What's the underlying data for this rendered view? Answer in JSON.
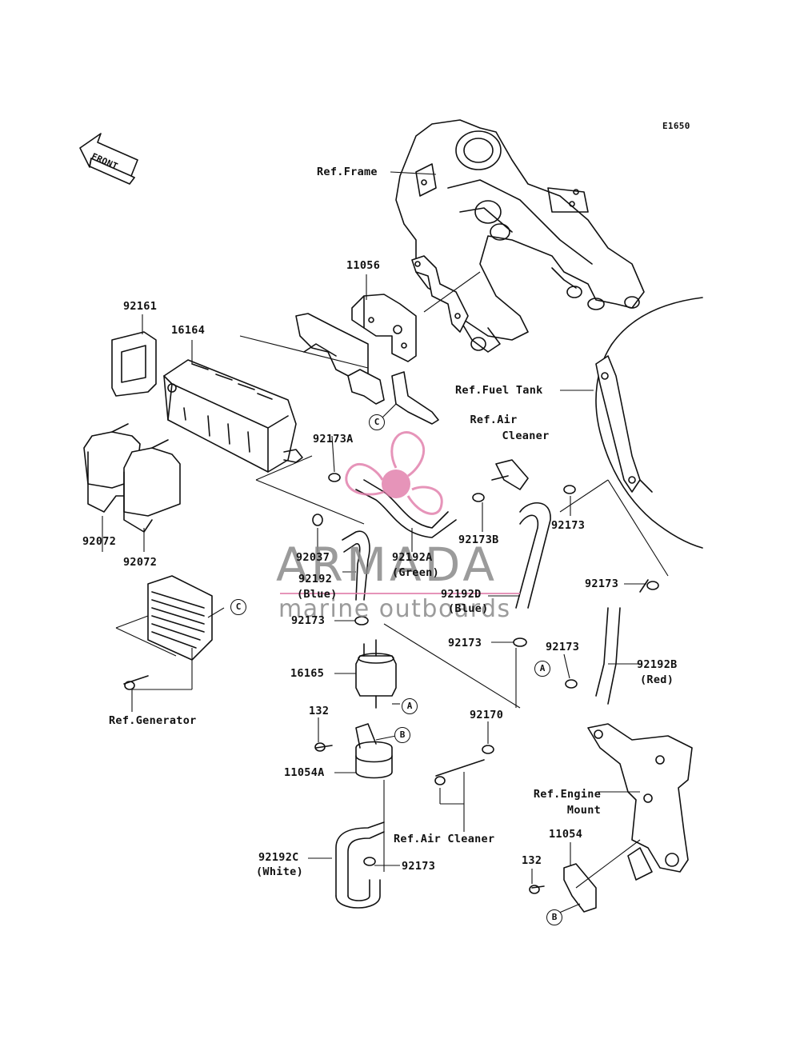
{
  "diagram_code": "E1650",
  "front_label": "FRONT",
  "watermark": {
    "brand": "ARMADA",
    "tagline": "marine outboards",
    "accent_color": "#e07aa8",
    "text_color": "#8a8a8a"
  },
  "refs": {
    "frame": "Ref.Frame",
    "fuel_tank": "Ref.Fuel Tank",
    "air_cleaner_top_1": "Ref.Air",
    "air_cleaner_top_2": "Cleaner",
    "generator": "Ref.Generator",
    "engine_mount_1": "Ref.Engine",
    "engine_mount_2": "Mount",
    "air_cleaner_bottom": "Ref.Air Cleaner"
  },
  "parts": {
    "p11056": "11056",
    "p92161": "92161",
    "p16164": "16164",
    "p92072a": "92072",
    "p92072b": "92072",
    "p92173A": "92173A",
    "p92037": "92037",
    "p92192": "92192",
    "p92192_color": "(Blue)",
    "p92192A": "92192A",
    "p92192A_color": "(Green)",
    "p92173B": "92173B",
    "p92173_a": "92173",
    "p92173_b": "92173",
    "p92173_c": "92173",
    "p92173_d": "92173",
    "p92173_e": "92173",
    "p92173_f": "92173",
    "p92192D": "92192D",
    "p92192D_color": "(Blue)",
    "p92192B": "92192B",
    "p92192B_color": "(Red)",
    "p16165": "16165",
    "p132a": "132",
    "p132b": "132",
    "p11054A": "11054A",
    "p92170": "92170",
    "p92192C": "92192C",
    "p92192C_color": "(White)",
    "p11054": "11054"
  },
  "callouts": {
    "A": "A",
    "B": "B",
    "C": "C"
  }
}
